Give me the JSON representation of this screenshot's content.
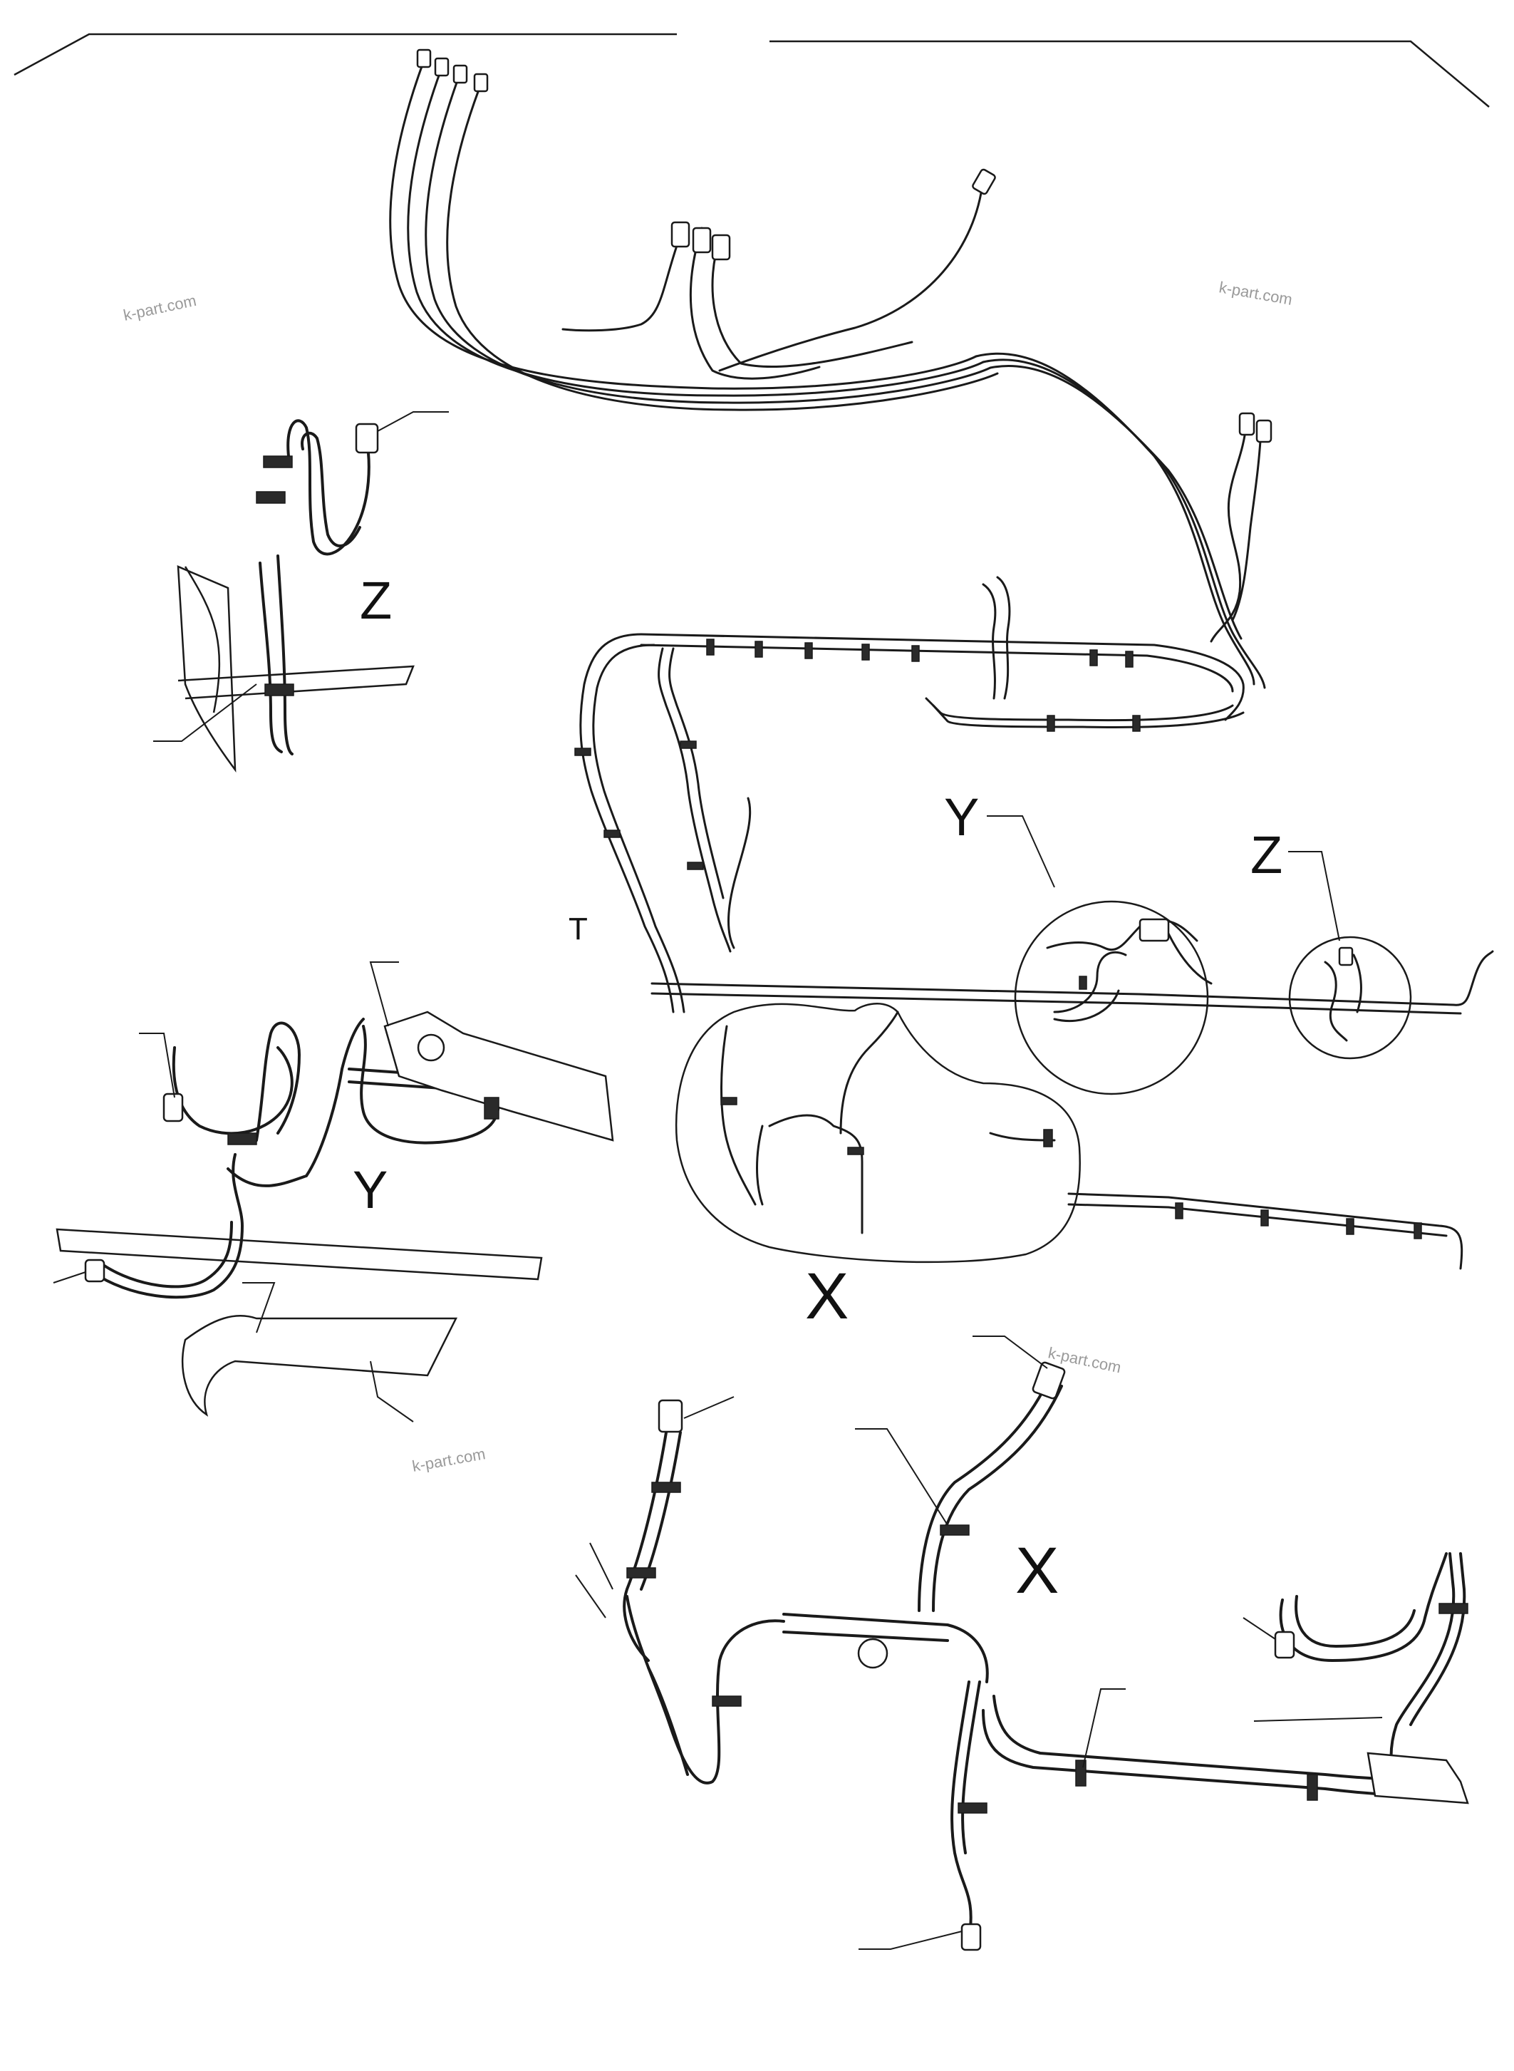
{
  "labels": {
    "x_main": "X",
    "y_main": "Y",
    "z_main": "Z",
    "x_detail": "X",
    "y_detail": "Y",
    "z_detail": "Z",
    "t_marker": "T"
  },
  "watermarks": [
    "k-part.com",
    "k-part.com",
    "k-part.com",
    "k-part.com"
  ],
  "colors": {
    "line": "#1a1a1a",
    "watermark": "#9a9a9a",
    "background": "#ffffff"
  }
}
